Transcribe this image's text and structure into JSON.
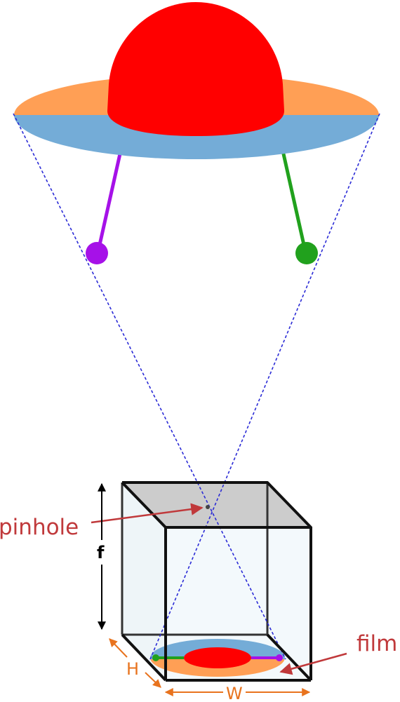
{
  "labels": {
    "pinhole": "pinhole",
    "film": "film",
    "focal_length": "f",
    "height": "H",
    "width": "W"
  },
  "colors": {
    "brim_top": "#ff9f55",
    "brim_bottom": "#74acd7",
    "dome": "#ff0000",
    "left_leg": "#a611e8",
    "right_leg": "#21a11d",
    "rays": "#2b2bd6",
    "label_red": "#c0393b",
    "dimension_orange": "#e8731e",
    "box_top": "#cccccc",
    "box_face": "#eef6fa"
  }
}
